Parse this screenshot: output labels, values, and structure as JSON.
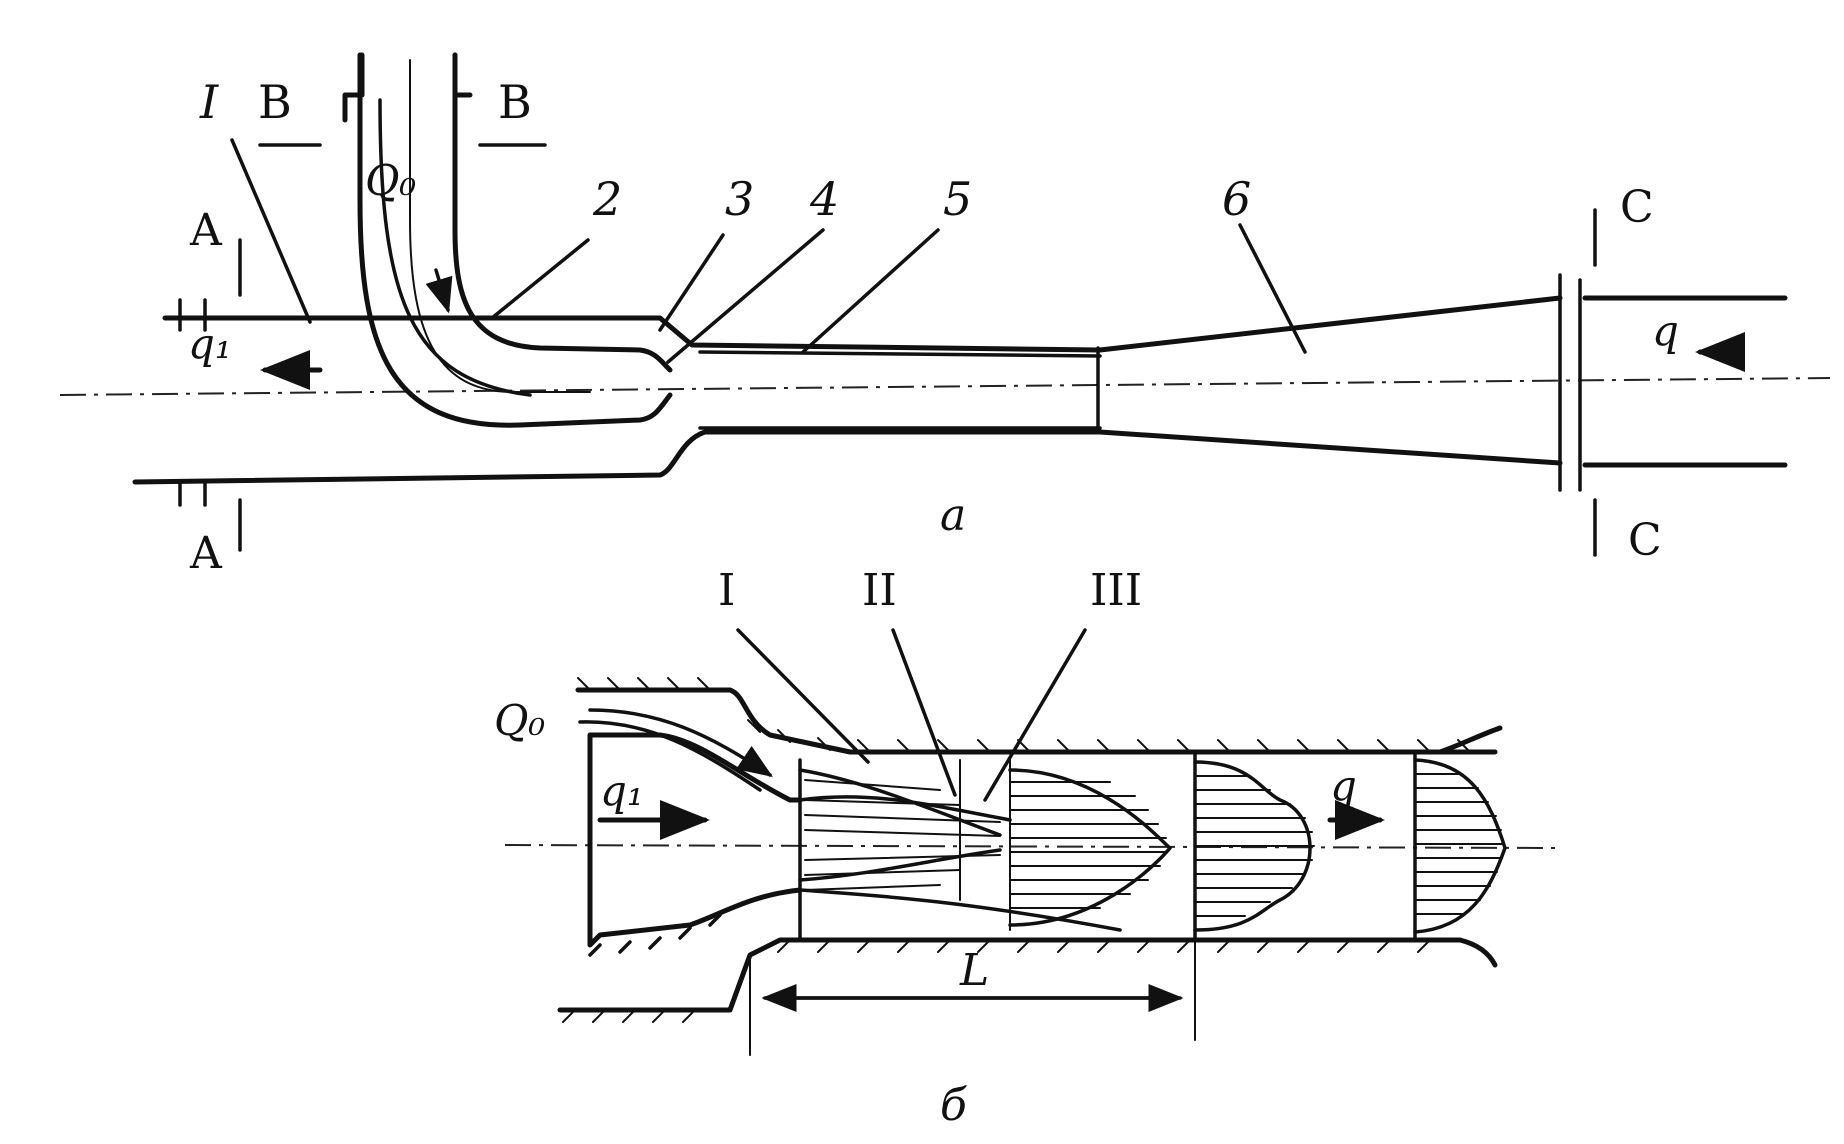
{
  "figure_a": {
    "label_top_left": "I",
    "section_B_left": "B",
    "section_B_right": "B",
    "flow_Q0": "Q₀",
    "flow_q1": "q₁",
    "flow_q": "q",
    "section_A_top": "A",
    "section_A_bottom": "A",
    "section_C_top": "C",
    "section_C_bottom": "C",
    "part_2": "2",
    "part_3": "3",
    "part_4": "4",
    "part_5": "5",
    "part_6": "6",
    "caption": "a"
  },
  "figure_b": {
    "zone_I": "I",
    "zone_II": "II",
    "zone_III": "III",
    "flow_Q0": "Q₀",
    "flow_q1": "q₁",
    "flow_q": "q",
    "length_L": "L",
    "caption": "б"
  }
}
